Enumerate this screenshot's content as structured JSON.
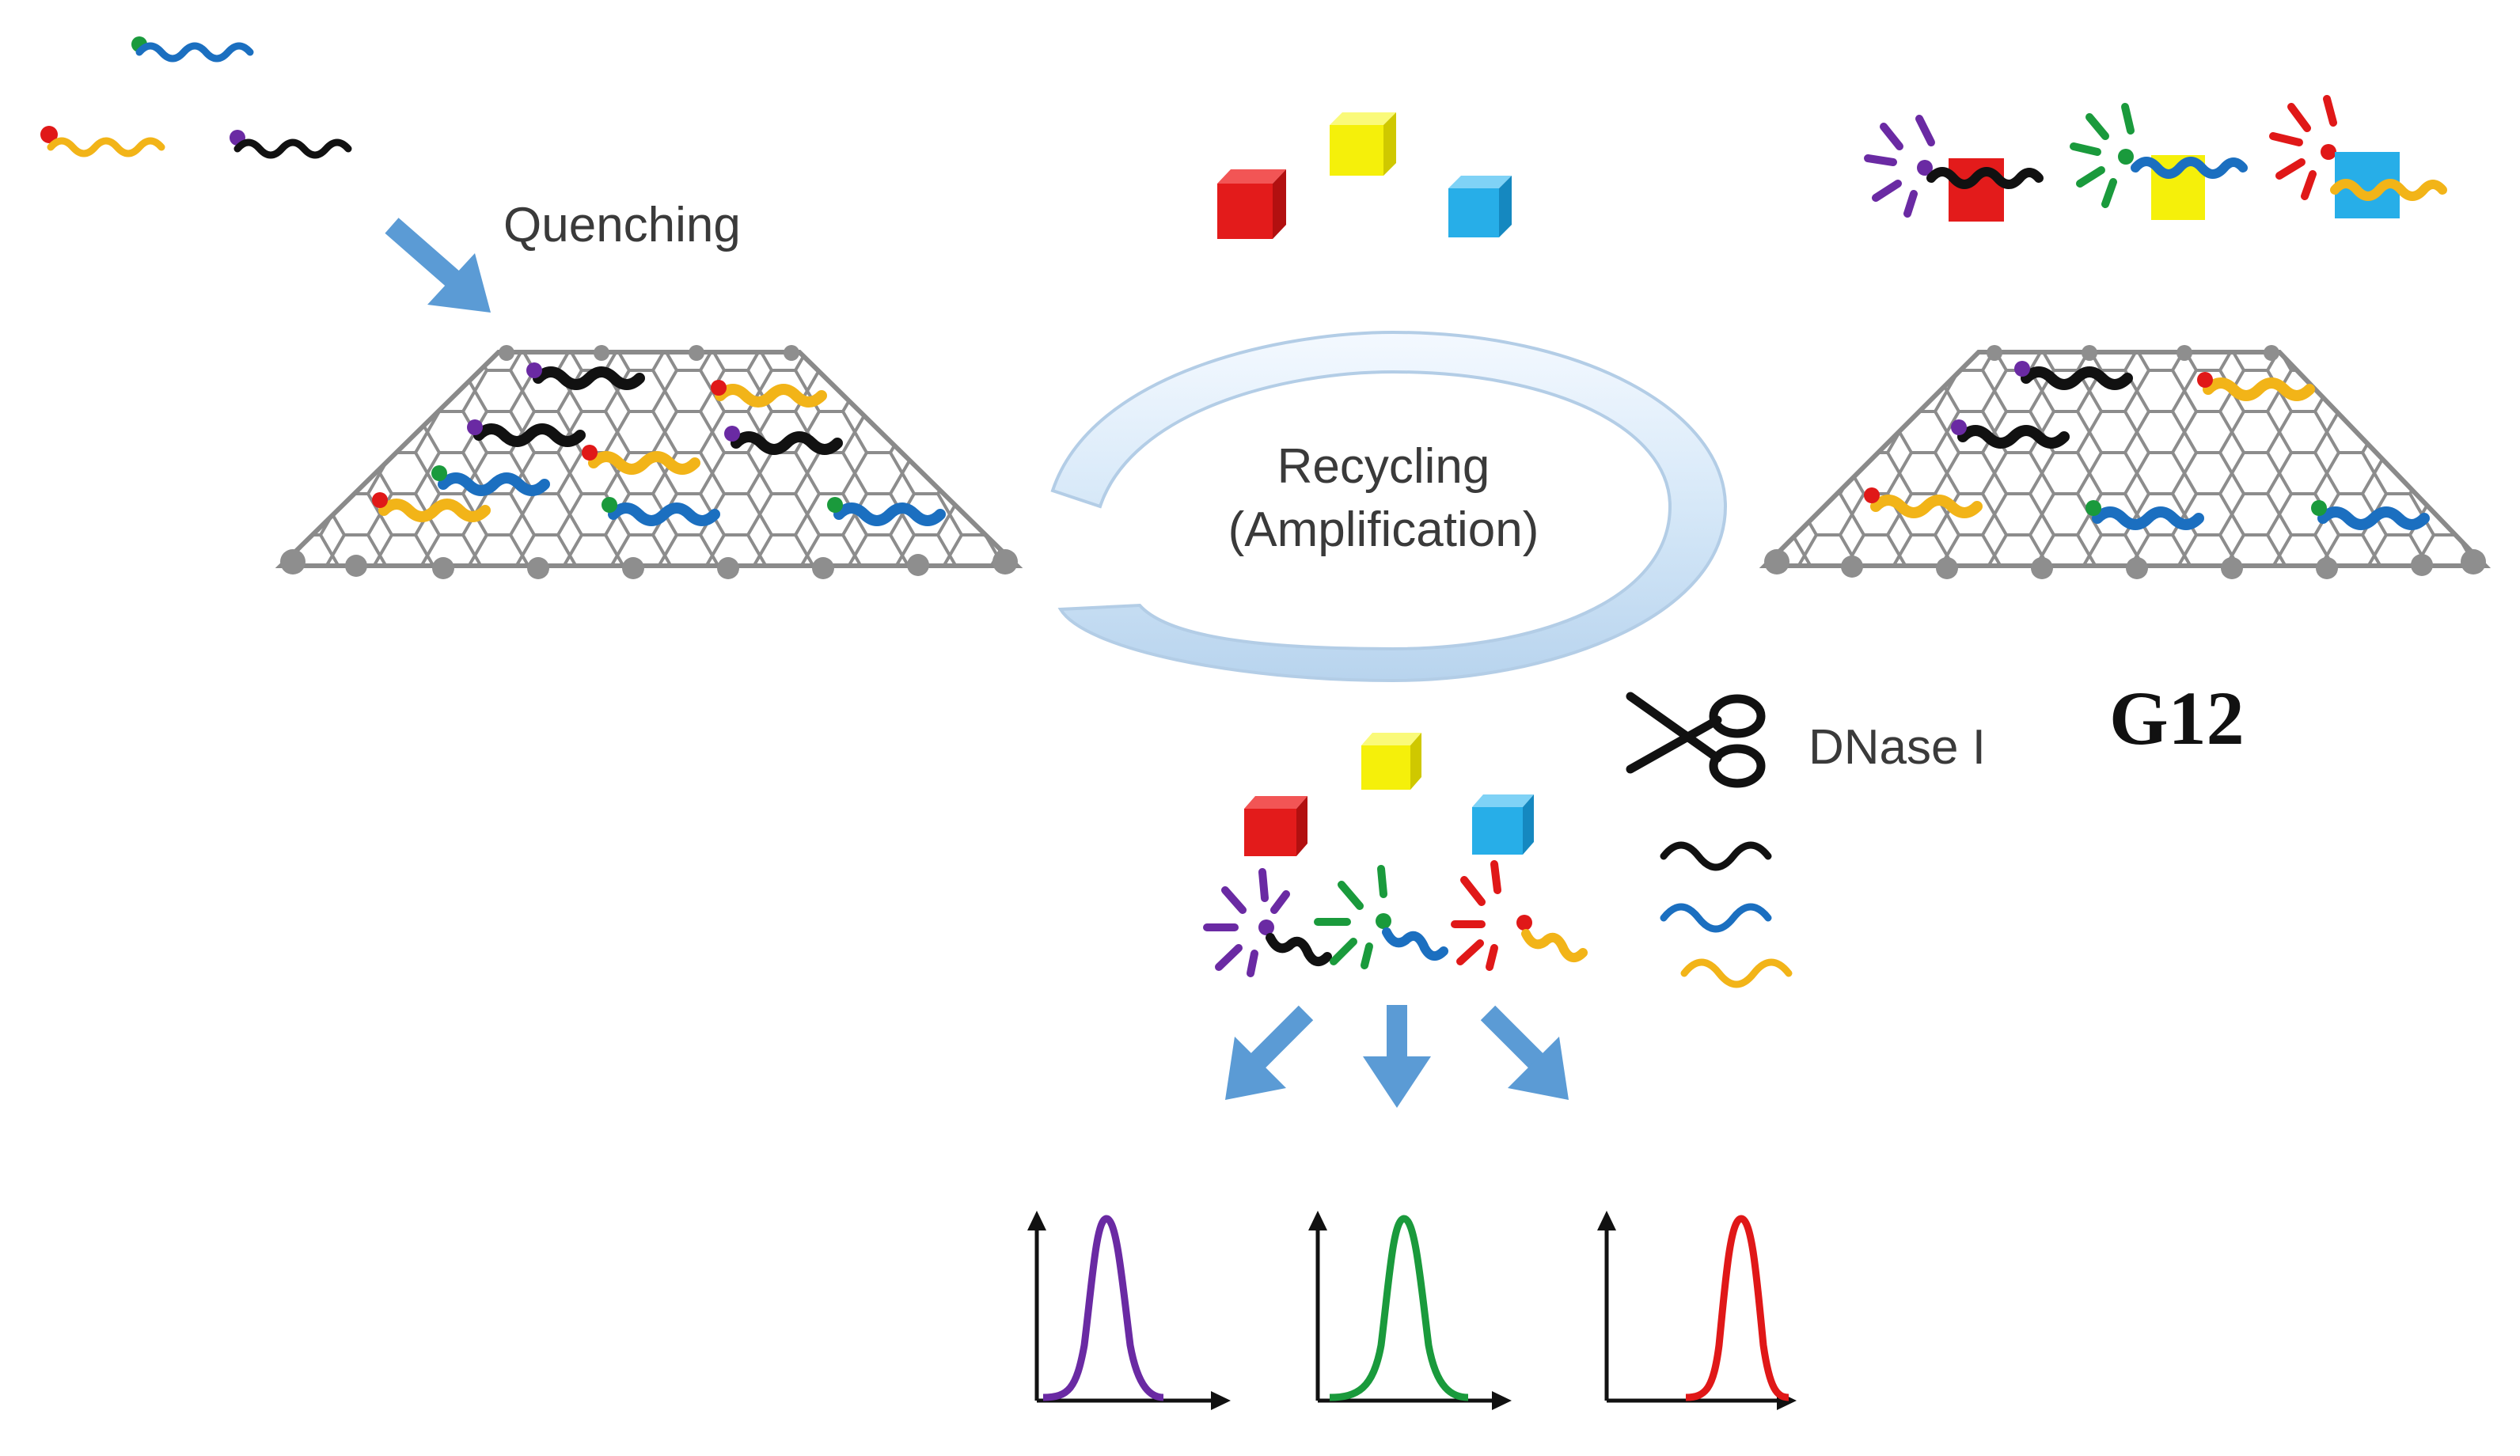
{
  "labels": {
    "quenching": "Quenching",
    "recycling_line1": "Recycling",
    "recycling_line2": "(Amplification)",
    "enzyme": "DNase I",
    "material": "G12"
  },
  "colors": {
    "dye_violet": "#6a2aa3",
    "dye_green": "#1a9a3c",
    "dye_red": "#e01818",
    "strand_black": "#111111",
    "strand_blue": "#1b6fc0",
    "strand_yellow": "#f2b418",
    "cube_red": "#e31b1b",
    "cube_yellow": "#f5f00a",
    "cube_cyan": "#27aee8",
    "arrow_blue": "#5b9bd5",
    "graphene_gray": "#9a9a9a",
    "cycle_blue": "#cfe4f6"
  },
  "icons": [
    "scissors-icon",
    "graphene-sheet",
    "target-cube",
    "fluorescent-dye",
    "ssdna-strand",
    "emission-spectrum"
  ]
}
